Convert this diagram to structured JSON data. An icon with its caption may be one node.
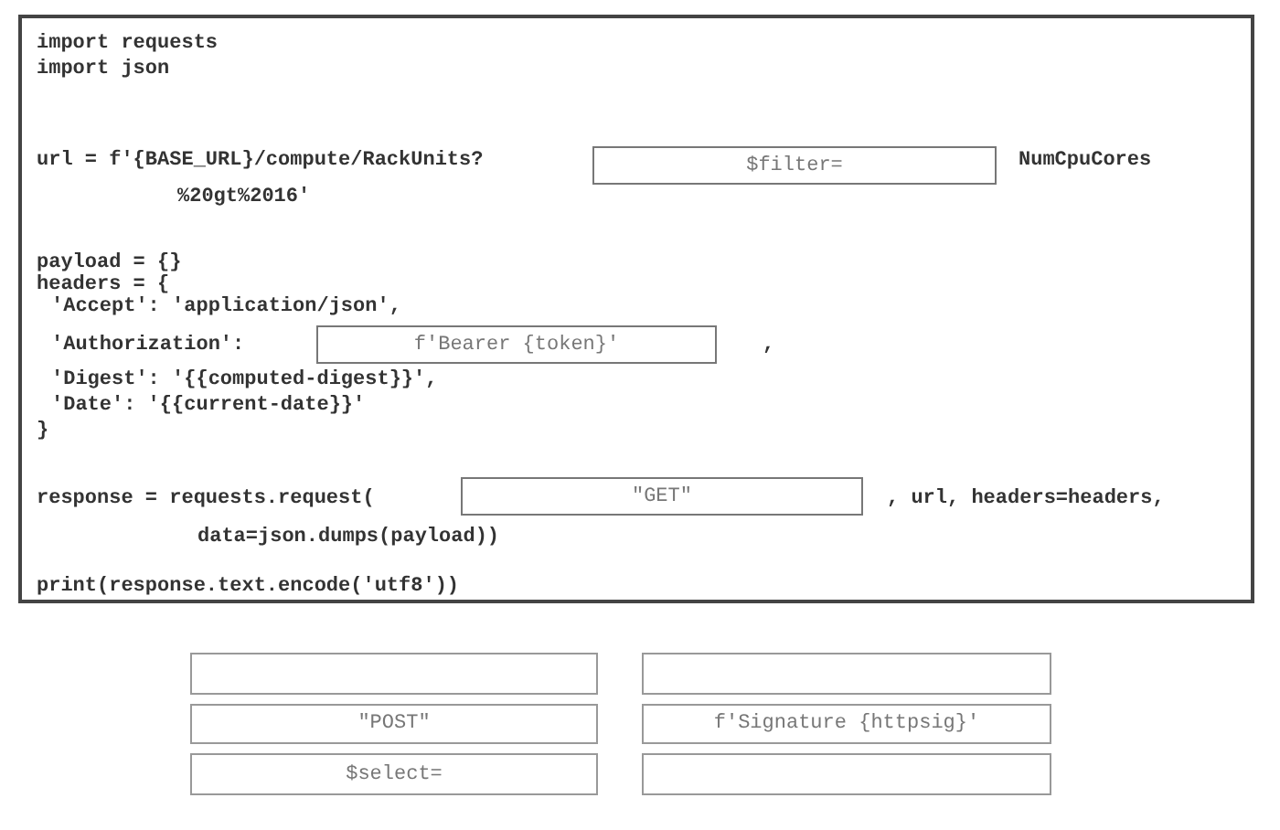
{
  "diagram": {
    "nodes": [
      {
        "text": [],
        "shape": "box"
      },
      {
        "text": [
          "$filter="
        ],
        "in": 0
      },
      {
        "text": [
          "f'Bearer {token}'"
        ],
        "in": 0
      },
      {
        "text": [
          "\"GET\""
        ],
        "in": 0
      },
      {
        "text": [],
        "shape": "box"
      },
      {
        "text": [],
        "shape": "box"
      },
      {
        "text": [
          "\"POST\""
        ]
      },
      {
        "text": [
          "f'Signature {httpsig}'"
        ]
      },
      {
        "text": [
          "$select="
        ]
      },
      {
        "text": [],
        "shape": "box"
      }
    ],
    "edges": [],
    "labels": [
      "import requests",
      "import json",
      "url = f'{BASE_URL}/compute/RackUnits?",
      "NumCpuCores",
      "%20gt%2016'",
      "payload = {}",
      "headers = {",
      "'Accept': 'application/json',",
      "'Authorization':",
      ",",
      "'Digest': '{{computed-digest}}',",
      "'Date': '{{current-date}}'",
      "}",
      "response = requests.request(",
      ", url, headers=headers,",
      "data=json.dumps(payload))",
      "print(response.text.encode('utf8'))"
    ]
  }
}
